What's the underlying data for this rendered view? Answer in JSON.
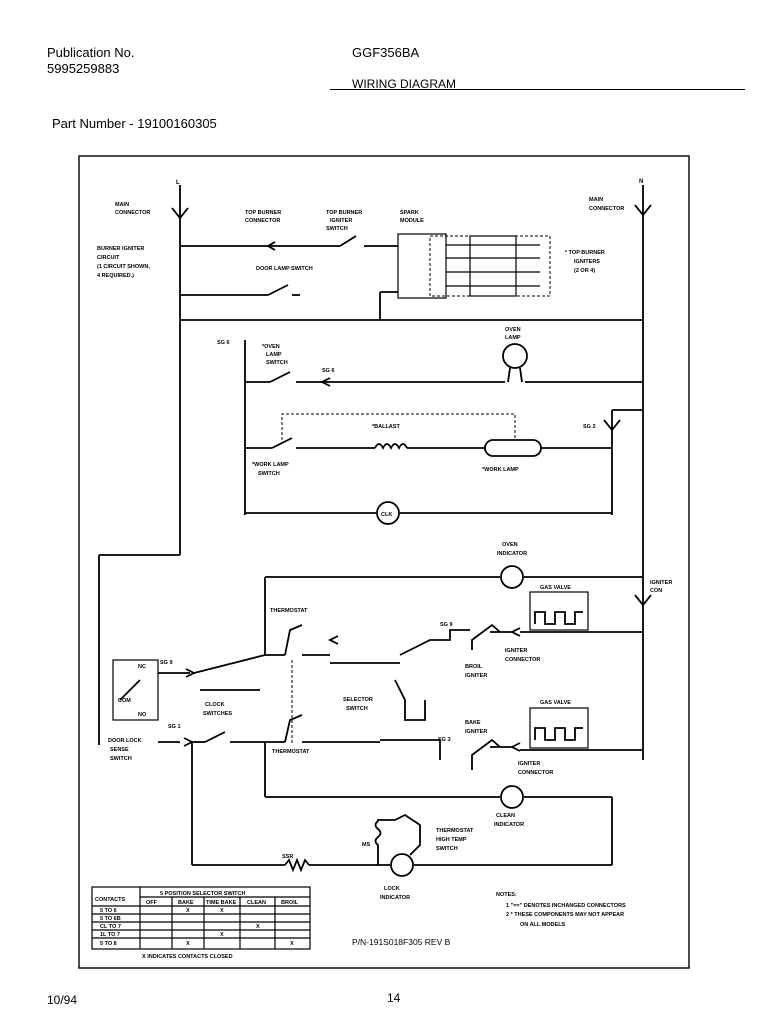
{
  "header": {
    "publication_label": "Publication No.",
    "publication_number": "5995259883",
    "model": "GGF356BA",
    "title": "WIRING DIAGRAM",
    "part_number": "Part Number - 19100160305"
  },
  "footer": {
    "date": "10/94",
    "page": "14"
  },
  "diagram": {
    "line_l": "L",
    "line_n": "N",
    "main_connector_left": [
      "MAIN",
      "CONNECTOR"
    ],
    "main_connector_right": [
      "MAIN",
      "CONNECTOR"
    ],
    "burner_igniter_circuit": [
      "BURNER IGNITER",
      "CIRCUIT",
      "(1 CIRCUIT SHOWN,",
      "4 REQUIRED.)"
    ],
    "top_burner_connector": [
      "TOP BURNER",
      "CONNECTOR"
    ],
    "top_burner_igniter_switch": [
      "TOP BURNER",
      "IGNITER",
      "SWITCH"
    ],
    "spark_module": [
      "SPARK",
      "MODULE"
    ],
    "top_burner_igniters": [
      "* TOP BURNER",
      "IGNITERS",
      "(2 OR 4)"
    ],
    "door_lamp_switch": "DOOR LAMP SWITCH",
    "oven_lamp": [
      "OVEN",
      "LAMP"
    ],
    "oven_lamp_switch": [
      "*OVEN",
      "LAMP",
      "SWITCH"
    ],
    "ballast": "*BALLAST",
    "work_lamp_switch": [
      "*WORK LAMP",
      "SWITCH"
    ],
    "work_lamp": "*WORK LAMP",
    "clock": "CLK",
    "oven_indicator": [
      "OVEN",
      "INDICATOR"
    ],
    "igniter_con": [
      "IGNITER",
      "CON"
    ],
    "gas_valve_top": "GAS VALVE",
    "gas_valve_bottom": "GAS VALVE",
    "thermostat_top": "THERMOSTAT",
    "thermostat_bottom": "THERMOSTAT",
    "igniter_connector_top": [
      "IGNITER",
      "CONNECTOR"
    ],
    "igniter_connector_bottom": [
      "IGNITER",
      "CONNECTOR"
    ],
    "broil_igniter": [
      "BROIL",
      "IGNITER"
    ],
    "bake_igniter": [
      "BAKE",
      "IGNITER"
    ],
    "selector_switch": [
      "SELECTOR",
      "SWITCH"
    ],
    "clock_switches": [
      "CLOCK",
      "SWITCHES"
    ],
    "door_lock_sense_switch": [
      "DOOR LOCK",
      "SENSE",
      "SWITCH"
    ],
    "clean_indicator": [
      "CLEAN",
      "INDICATOR"
    ],
    "thermostat_high_temp": [
      "THERMOSTAT",
      "HIGH TEMP",
      "SWITCH"
    ],
    "lock_indicator": [
      "LOCK",
      "INDICATOR"
    ],
    "terminal_labels": {
      "sg6_left": "SG 6",
      "sg6_right": "SG 6",
      "sg2": "SG 2",
      "sg9_left": "SG 9",
      "sg9_right": "SG 9",
      "sg1": "SG 1",
      "sg3": "SG 3",
      "nc": "NC",
      "no": "NO",
      "com": "COM",
      "ms": "MS",
      "ssr": "SSR"
    }
  },
  "table": {
    "title": "5 POSITION SELECTOR SWITCH",
    "contacts_header": "CONTACTS",
    "columns": [
      "OFF",
      "BAKE",
      "TIME BAKE",
      "CLEAN",
      "BROIL"
    ],
    "rows": [
      {
        "label": "5 TO 6",
        "marks": [
          "",
          "X",
          "X",
          "",
          ""
        ]
      },
      {
        "label": "5 TO 6B",
        "marks": [
          "",
          "",
          "",
          "",
          ""
        ]
      },
      {
        "label": "CL TO 7",
        "marks": [
          "",
          "",
          "",
          "X",
          ""
        ]
      },
      {
        "label": "1L TO 7",
        "marks": [
          "",
          "",
          "X",
          "",
          ""
        ]
      },
      {
        "label": "5 TO 8",
        "marks": [
          "",
          "X",
          "",
          "",
          "X"
        ]
      }
    ],
    "footnote": "X INDICATES CONTACTS CLOSED"
  },
  "notes": {
    "title": "NOTES:",
    "items": [
      "1 \"==\" DENOTES INCHANGED CONNECTORS",
      "2 * THESE COMPONENTS MAY NOT APPEAR",
      "ON ALL MODELS"
    ]
  },
  "pn_rev": "P/N-191S018F305  REV B"
}
